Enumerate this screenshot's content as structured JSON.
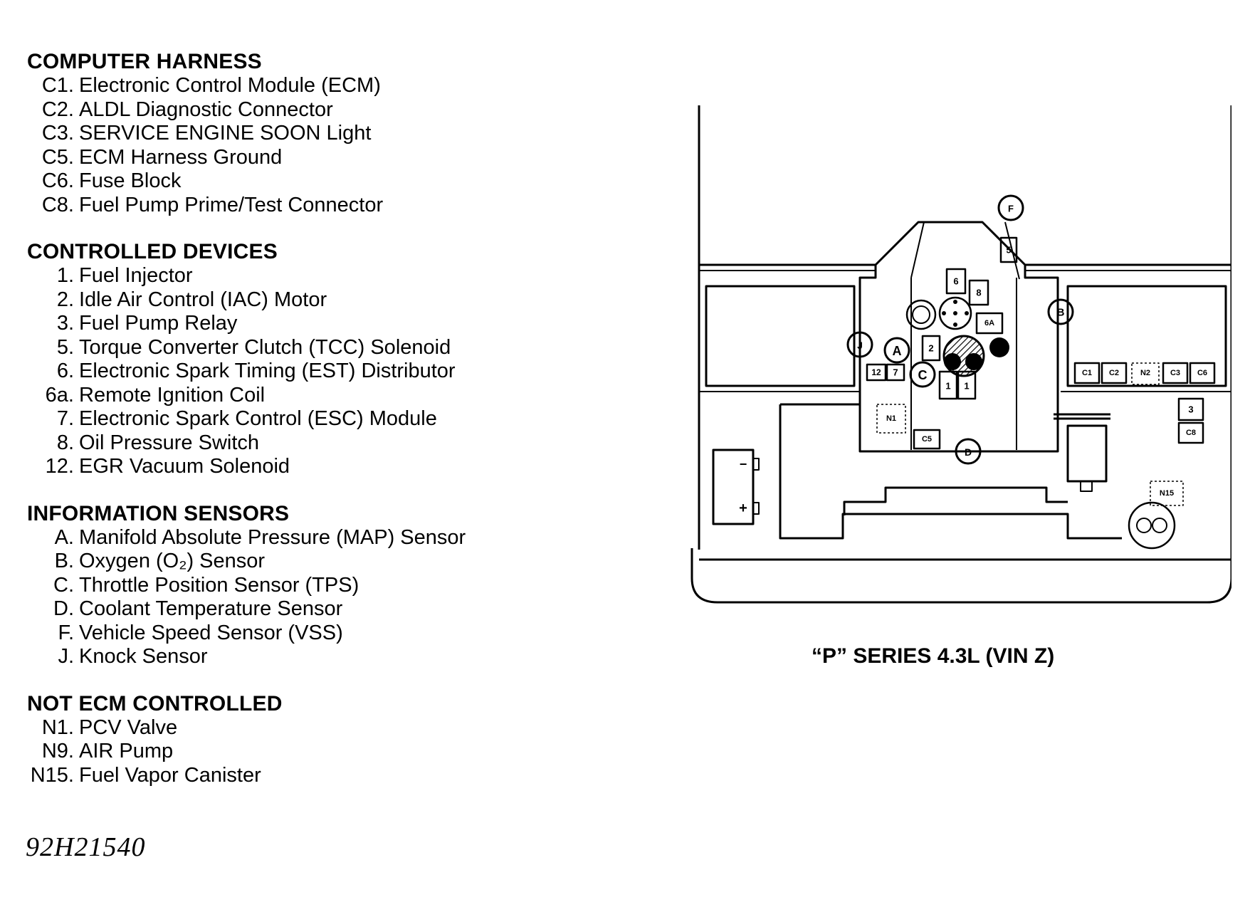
{
  "legend": {
    "computer_harness": {
      "heading": "COMPUTER HARNESS",
      "items": [
        {
          "code": "C1.",
          "label": "Electronic Control Module (ECM)"
        },
        {
          "code": "C2.",
          "label": "ALDL Diagnostic Connector"
        },
        {
          "code": "C3.",
          "label": "SERVICE ENGINE SOON Light"
        },
        {
          "code": "C5.",
          "label": "ECM Harness Ground"
        },
        {
          "code": "C6.",
          "label": "Fuse Block"
        },
        {
          "code": "C8.",
          "label": "Fuel Pump Prime/Test Connector"
        }
      ]
    },
    "controlled_devices": {
      "heading": "CONTROLLED DEVICES",
      "items": [
        {
          "code": "1.",
          "label": "Fuel Injector"
        },
        {
          "code": "2.",
          "label": "Idle Air Control (IAC) Motor"
        },
        {
          "code": "3.",
          "label": "Fuel Pump Relay"
        },
        {
          "code": "5.",
          "label": "Torque Converter Clutch (TCC) Solenoid"
        },
        {
          "code": "6.",
          "label": "Electronic Spark Timing (EST) Distributor"
        },
        {
          "code": "6a.",
          "label": "Remote Ignition Coil"
        },
        {
          "code": "7.",
          "label": "Electronic Spark Control (ESC) Module"
        },
        {
          "code": "8.",
          "label": "Oil Pressure Switch"
        },
        {
          "code": "12.",
          "label": "EGR Vacuum Solenoid"
        }
      ]
    },
    "information_sensors": {
      "heading": "INFORMATION SENSORS",
      "items": [
        {
          "code": "A.",
          "label": "Manifold Absolute Pressure (MAP) Sensor"
        },
        {
          "code": "B.",
          "label": "Oxygen (O₂) Sensor"
        },
        {
          "code": "C.",
          "label": "Throttle Position Sensor (TPS)"
        },
        {
          "code": "D.",
          "label": "Coolant Temperature Sensor"
        },
        {
          "code": "F.",
          "label": "Vehicle Speed Sensor (VSS)"
        },
        {
          "code": "J.",
          "label": "Knock Sensor"
        }
      ]
    },
    "not_ecm_controlled": {
      "heading": "NOT ECM CONTROLLED",
      "items": [
        {
          "code": "N1.",
          "label": "PCV Valve"
        },
        {
          "code": "N9.",
          "label": "AIR Pump"
        },
        {
          "code": "N15.",
          "label": "Fuel Vapor Canister"
        }
      ]
    }
  },
  "diagram": {
    "caption": "“P” SERIES 4.3L (VIN Z)",
    "callouts": {
      "F": "F",
      "B": "B",
      "J": "J",
      "A": "A",
      "C": "C",
      "D": "D",
      "5": "5",
      "6": "6",
      "8": "8",
      "6A": "6A",
      "2": "2",
      "12": "12",
      "7": "7",
      "1a": "1",
      "1b": "1",
      "C1": "C1",
      "C2": "C2",
      "N2": "N2",
      "C3": "C3",
      "C6": "C6",
      "3": "3",
      "C8": "C8",
      "N1": "N1",
      "C5": "C5",
      "N15": "N15",
      "batt_neg": "−",
      "batt_pos": "+"
    }
  },
  "figure_id": "92H21540"
}
